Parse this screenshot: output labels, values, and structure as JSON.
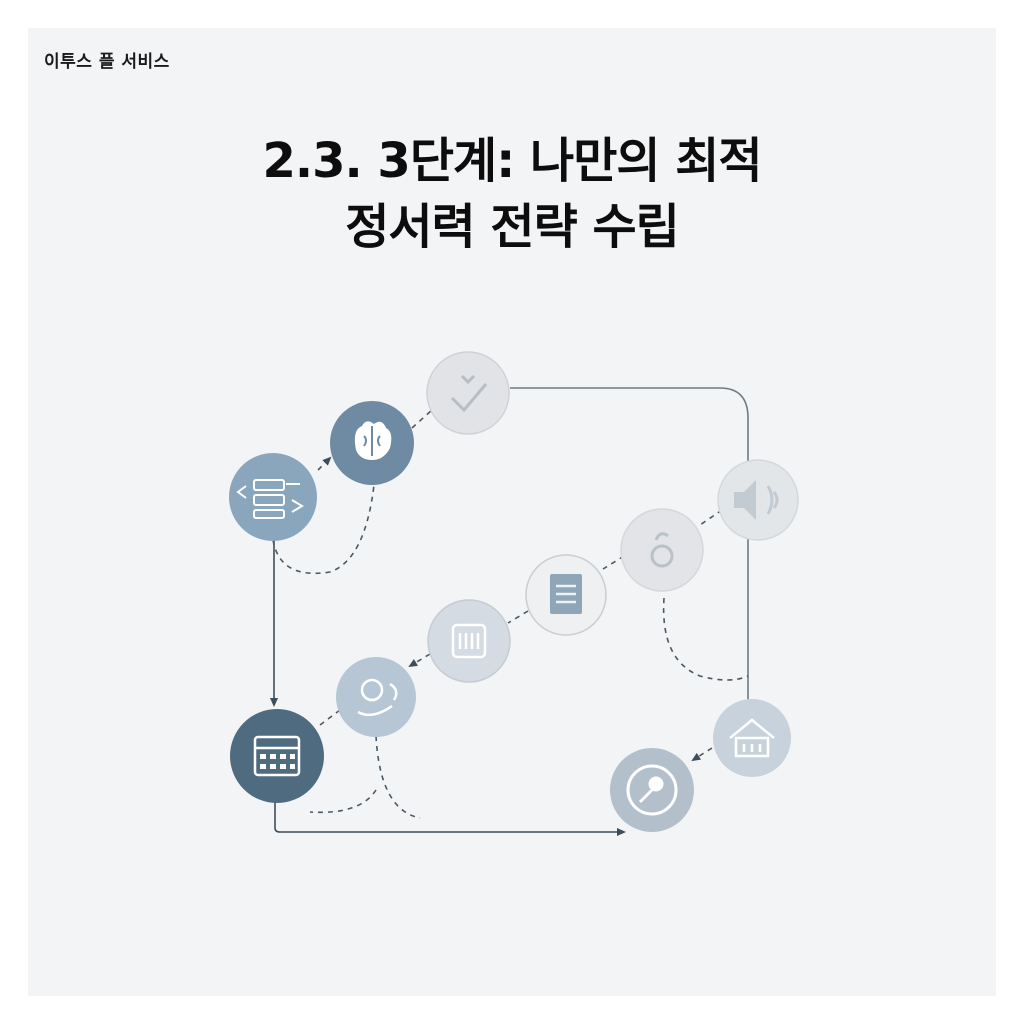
{
  "brand": "이투스 플 서비스",
  "title": {
    "line1": "2.3. 3단계: 나만의 최적",
    "line2": "정서력 전략 수립"
  },
  "colors": {
    "background": "#f3f4f6",
    "node_dark": "#4f6b80",
    "node_mid": "#7f9cb4",
    "node_light": "#a9bccd",
    "node_pale": "#dcdfe3",
    "line": "#3f4d59"
  },
  "nodes": [
    {
      "id": "data-flow",
      "icon": "data-transfer-icon"
    },
    {
      "id": "brain",
      "icon": "brain-icon"
    },
    {
      "id": "check",
      "icon": "checkmark-icon"
    },
    {
      "id": "sound",
      "icon": "speaker-icon"
    },
    {
      "id": "fire",
      "icon": "flame-icon"
    },
    {
      "id": "document",
      "icon": "document-icon"
    },
    {
      "id": "chip",
      "icon": "chip-icon"
    },
    {
      "id": "idea",
      "icon": "lightbulb-hand-icon"
    },
    {
      "id": "calendar",
      "icon": "calendar-keyboard-icon"
    },
    {
      "id": "home",
      "icon": "house-icon"
    },
    {
      "id": "target",
      "icon": "target-icon"
    }
  ]
}
